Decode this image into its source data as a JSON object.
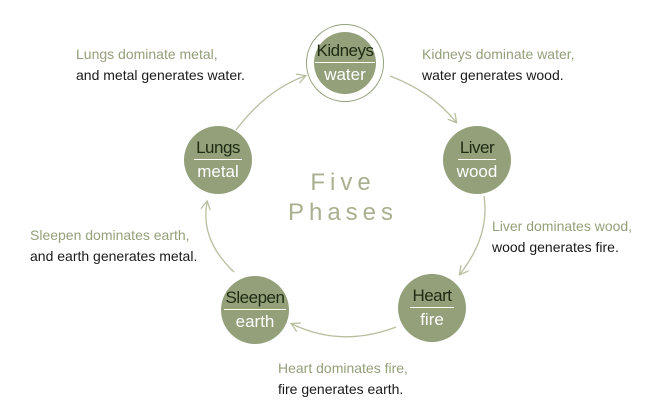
{
  "center": {
    "line1": "Five",
    "line2": "Phases"
  },
  "phases": [
    {
      "organ": "Kidneys",
      "element": "water"
    },
    {
      "organ": "Liver",
      "element": "wood"
    },
    {
      "organ": "Heart",
      "element": "fire"
    },
    {
      "organ": "Sleepen",
      "element": "earth"
    },
    {
      "organ": "Lungs",
      "element": "metal"
    }
  ],
  "captions": {
    "kidneys": {
      "line1": "Kidneys dominate water,",
      "line2": "water generates wood."
    },
    "liver": {
      "line1": "Liver dominates wood,",
      "line2": "wood generates fire."
    },
    "heart": {
      "line1": "Heart dominates fire,",
      "line2": "fire generates earth."
    },
    "sleepen": {
      "line1": "Sleepen dominates earth,",
      "line2": "and earth generates metal."
    },
    "lungs": {
      "line1": "Lungs dominate metal,",
      "line2": "and metal generates water."
    }
  },
  "colors": {
    "node_fill": "#93a07a",
    "organ_text": "#1e2a12",
    "caption_green": "#93a07a",
    "arrow": "#b8bf9f"
  }
}
